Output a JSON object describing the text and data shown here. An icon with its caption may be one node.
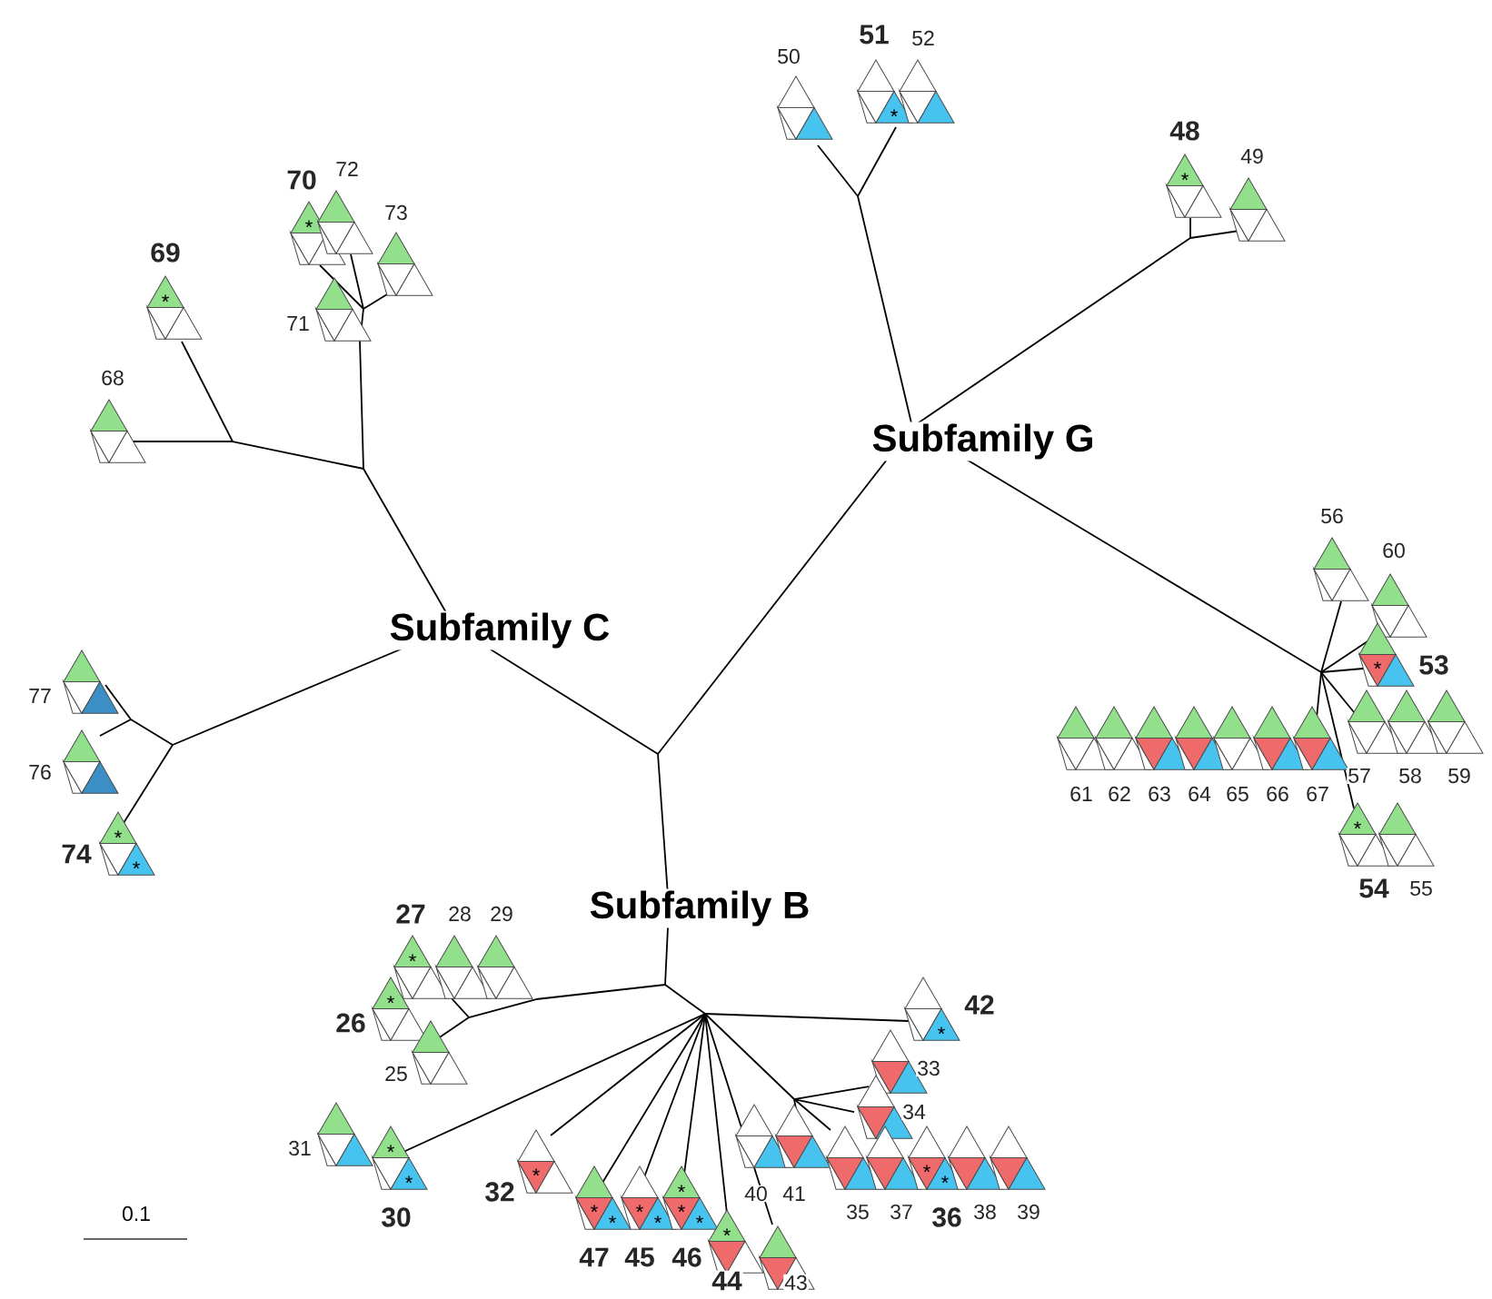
{
  "diagram": {
    "labels": [
      "50",
      "51",
      "*",
      "52",
      "48",
      "*",
      "49",
      "70",
      "*",
      "72",
      "73",
      "71",
      "69",
      "*",
      "68",
      "Subfamily G",
      "56",
      "60",
      "53",
      "*",
      "Subfamily C",
      "77",
      "76",
      "61",
      "62",
      "63",
      "64",
      "65",
      "66",
      "67",
      "57",
      "58",
      "59",
      "74",
      "*",
      "*",
      "54",
      "*",
      "55",
      "Subfamily B",
      "27",
      "*",
      "28",
      "29",
      "26",
      "*",
      "25",
      "42",
      "*",
      "33",
      "34",
      "31",
      "30",
      "*",
      "*",
      "40",
      "41",
      "35",
      "37",
      "36",
      "*",
      "*",
      "38",
      "39",
      "32",
      "*",
      "47",
      "*",
      "*",
      "45",
      "*",
      "*",
      "46",
      "*",
      "*",
      "*",
      "44",
      "*",
      "43",
      "0.1"
    ]
  }
}
